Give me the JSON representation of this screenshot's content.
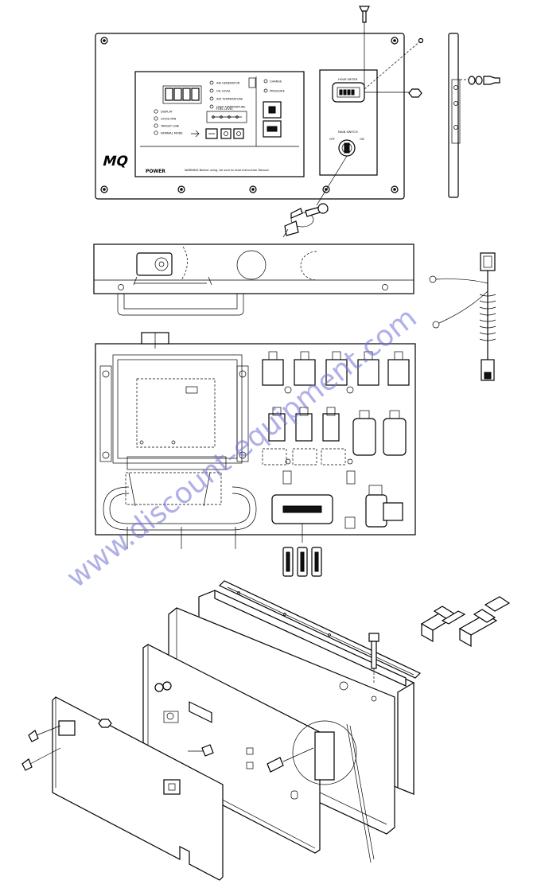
{
  "panel": {
    "brand_top": "MQ",
    "brand_bottom": "POWER",
    "leds": [
      "DISPLAY",
      "GOOD MIN",
      "TARGET LINE",
      "NORMAL MODE"
    ],
    "alarms": [
      "AIR GENERATOR",
      "OIL LEVEL",
      "AIR TEMPERATURE",
      "HIGH TEMPERATURE"
    ],
    "fuel_level_label": "FUEL LEVEL",
    "right_indicators": [
      "CHARGE",
      "PRESSURE"
    ],
    "hour_meter_label": "HOUR METER",
    "key_switch_label": "MAIN SWITCH",
    "key_positions": [
      "OFF",
      "ON"
    ],
    "warning_note": "WARNING Before using, be sure to read Instruction Manual."
  },
  "watermark": "www.discount-equipment.com"
}
